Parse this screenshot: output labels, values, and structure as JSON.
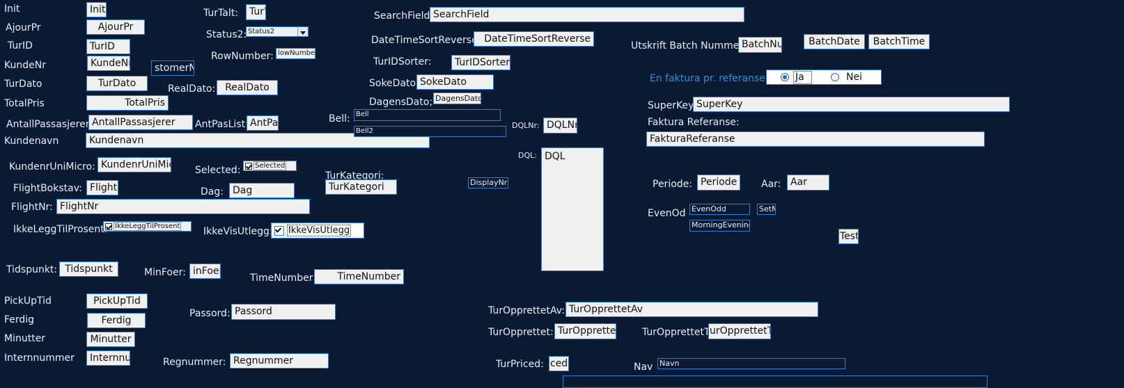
{
  "col1": {
    "init_label": "Init",
    "init_value": "Init",
    "ajourpr_label": "AjourPr",
    "ajourpr_value": "AjourPr",
    "turid_label": "TurID",
    "turid_value": "TurID",
    "kundenr_label": "KundeNr",
    "kundenr_value": "KundeNr",
    "customernr_value": "stomerNr",
    "turdato_label": "TurDato",
    "turdato_value": "TurDato",
    "totalpris_label": "TotalPris",
    "totalpris_value": "TotalPris",
    "antallpassasjerer_label": "AntallPassasjerer:",
    "antallpassasjerer_value": "AntallPassasjerer",
    "kundenavn_label": "Kundenavn",
    "kundenavn_value": "Kundenavn",
    "kundenrunimicro_label": "KundenrUniMicro:",
    "kundenrunimicro_value": "KundenrUniMicro",
    "flightbokstav_label": "FlightBokstav:",
    "flightbokstav_value": "FlightB",
    "flightnr_label": "FlightNr:",
    "flightnr_value": "FlightNr",
    "ikkeleggtilprosent_label": "IkkeLeggTilProsent:",
    "ikkeleggtilprosent_value": "IkkeLeggTilProsent",
    "tidspunkt_label": "Tidspunkt:",
    "tidspunkt_value": "Tidspunkt",
    "pickuptid_label": "PickUpTid",
    "pickuptid_value": "PickUpTid",
    "ferdig_label": "Ferdig",
    "ferdig_value": "Ferdig",
    "minutter_label": "Minutter",
    "minutter_value": "Minutter",
    "internnummer_label": "Internnummer",
    "internnummer_value": "Internnur"
  },
  "col2": {
    "turtalt_label": "TurTalt:",
    "turtalt_value": "Tur'",
    "status2_label": "Status2:",
    "status2_value": "Status2",
    "rownumber_label": "RowNumber:",
    "rownumber_value": "lowNumber",
    "realdato_label": "RealDato:",
    "realdato_value": "RealDato",
    "antpaslist_label": "AntPasList:",
    "antpaslist_value": "AntPas",
    "selected_label": "Selected:",
    "selected_value": "Selected",
    "dag_label": "Dag:",
    "dag_value": "Dag",
    "ikkevisutlegg_label": "IkkeVisUtlegg:",
    "ikkevisutlegg_value": "IkkeVisUtlegg",
    "minfoer_label": "MinFoer:",
    "minfoer_value": "inFoer",
    "timenumber_label": "TimeNumber:",
    "timenumber_value": "TimeNumber",
    "passord_label": "Passord:",
    "passord_value": "Passord",
    "regnummer_label": "Regnummer:",
    "regnummer_value": "Regnummer"
  },
  "col3": {
    "searchfield_label": "SearchField:",
    "searchfield_value": "SearchField",
    "datetimesortreverse_label": "DateTimeSortReverse:",
    "datetimesortreverse_value": "DateTimeSortReverse",
    "turidsorter_label": "TurIDSorter:",
    "turidsorter_value": "TurIDSorter",
    "sokedato_label": "SokeDato:",
    "sokedato_value": "SokeDato",
    "dagensdato_label": "DagensDato;",
    "dagensdato_value": "DagensDato",
    "bell_label": "Bell:",
    "bell_value": "Bell",
    "bell2_value": "Bell2",
    "dqlnr_label": "DQLNr:",
    "dqlnr_value": "DQLNr",
    "dql_label": "DQL:",
    "dql_value": "DQL",
    "turkategori_label": "TurKategori:",
    "turkategori_value": "TurKategori",
    "displaynr_value": "DisplayNr",
    "turopprettetav_label": "TurOpprettetAv:",
    "turopprettetav_value": "TurOpprettetAv",
    "turopprettet_label": "TurOpprettet:",
    "turopprettet_value": "TurOpprettet",
    "turopprettettid_label": "TurOpprettetTid",
    "turopprettettid_value": "urOpprettetTi",
    "turpriced_label": "TurPriced:",
    "turpriced_value": "ced",
    "nav_label": "Nav",
    "nav_value": "Navn"
  },
  "col4": {
    "utskrift_label": "Utskrift Batch Nummer:",
    "batchnummer_value": "BatchNur",
    "batchdate_value": "BatchDate",
    "batchtime_value": "BatchTime",
    "faktura_question": "En faktura pr. referanse?",
    "radio_ja": "Ja",
    "radio_nei": "Nei",
    "superkey_label": "SuperKey:",
    "superkey_value": "SuperKey",
    "fakturareferanse_label": "Faktura Referanse:",
    "fakturareferanse_value": "FakturaReferanse",
    "periode_label": "Periode:",
    "periode_value": "Periode",
    "aar_label": "Aar:",
    "aar_value": "Aar",
    "evenod_label": "EvenOd",
    "evenodd_value": "EvenOdd",
    "setm_value": "SetM",
    "morningevening_value": "MorningEvening",
    "test_value": "Test"
  },
  "colors": {
    "background": "#0a1a33",
    "border": "#2a7fd0",
    "field": "#f0f0f0",
    "label": "#e8eef8",
    "accent": "#2f8fd8"
  }
}
